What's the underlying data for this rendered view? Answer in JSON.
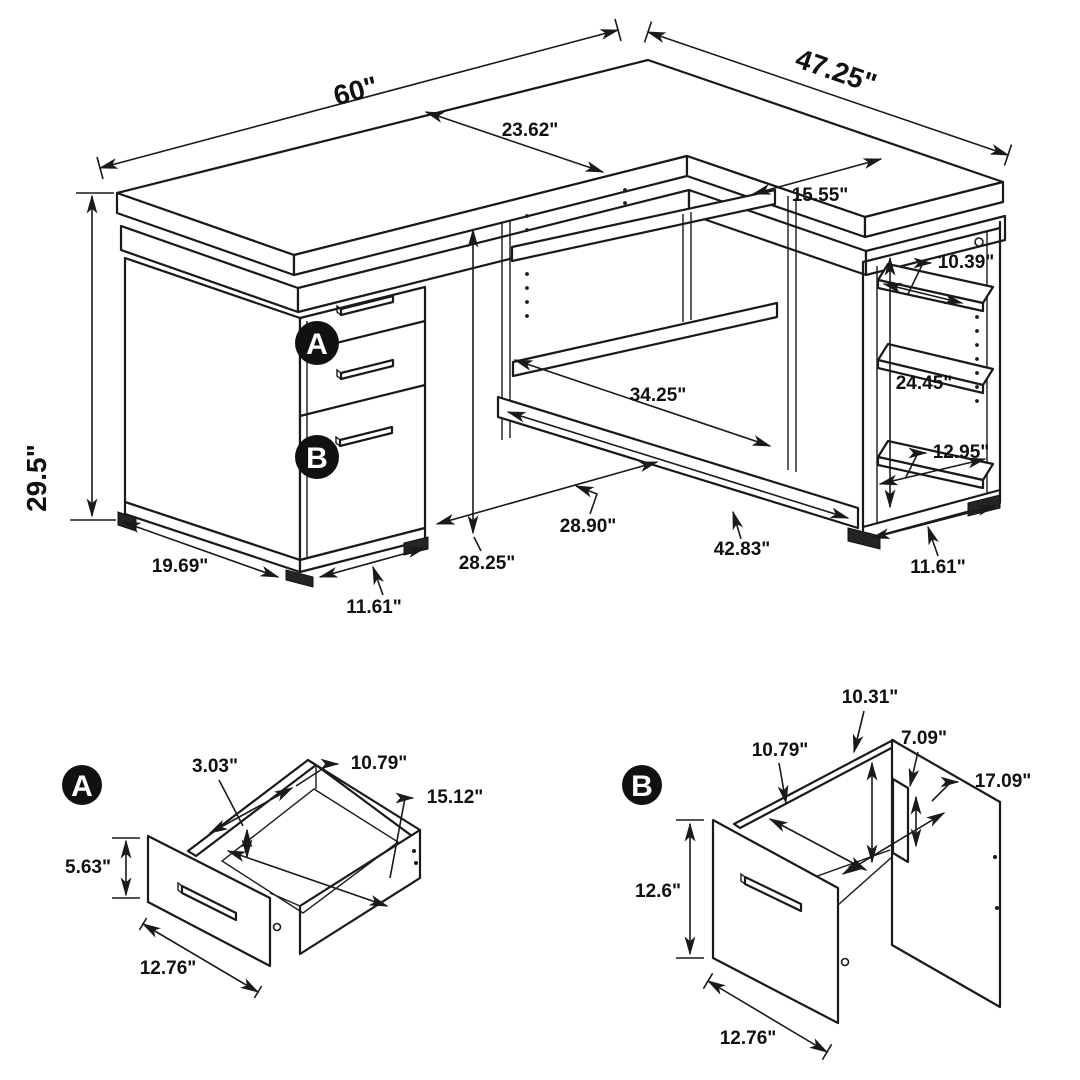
{
  "main_view": {
    "badges": {
      "a": "A",
      "b": "B"
    },
    "dims": {
      "top_length": "60\"",
      "return_length": "47.25\"",
      "desk_depth": "23.62\"",
      "return_depth": "15.55\"",
      "shelf_top_depth": "10.39\"",
      "height": "29.5\"",
      "open_width": "34.25\"",
      "shelf_mid_height": "24.45\"",
      "shelf_bottom_depth": "12.95\"",
      "knee_clearance": "28.25\"",
      "floor_front": "28.90\"",
      "base_rail": "42.83\"",
      "pedestal_depth": "19.69\"",
      "pedestal_width": "11.61\"",
      "shelf_unit_width": "11.61\""
    }
  },
  "detail_a": {
    "badge": "A",
    "dims": {
      "inner_height": "3.03\"",
      "inner_depth": "10.79\"",
      "inner_width": "15.12\"",
      "front_height": "5.63\"",
      "front_width": "12.76\""
    }
  },
  "detail_b": {
    "badge": "B",
    "dims": {
      "back_height": "10.31\"",
      "inner_depth": "10.79\"",
      "divider_height": "7.09\"",
      "inner_width": "17.09\"",
      "front_height": "12.6\"",
      "front_width": "12.76\""
    }
  }
}
